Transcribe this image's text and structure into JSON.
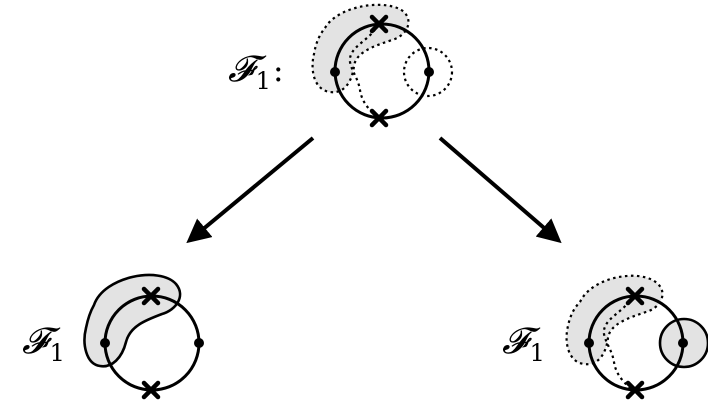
{
  "diagram": {
    "top_node": {
      "label_script": "𝓕",
      "label_sub": "1",
      "label_suffix": ":"
    },
    "left_node": {
      "label_script": "𝓕",
      "label_sub": "1"
    },
    "right_node": {
      "label_script": "𝓕",
      "label_sub": "1"
    },
    "arrows": [
      {
        "from": "top_node",
        "to": "left_node"
      },
      {
        "from": "top_node",
        "to": "right_node"
      }
    ]
  }
}
